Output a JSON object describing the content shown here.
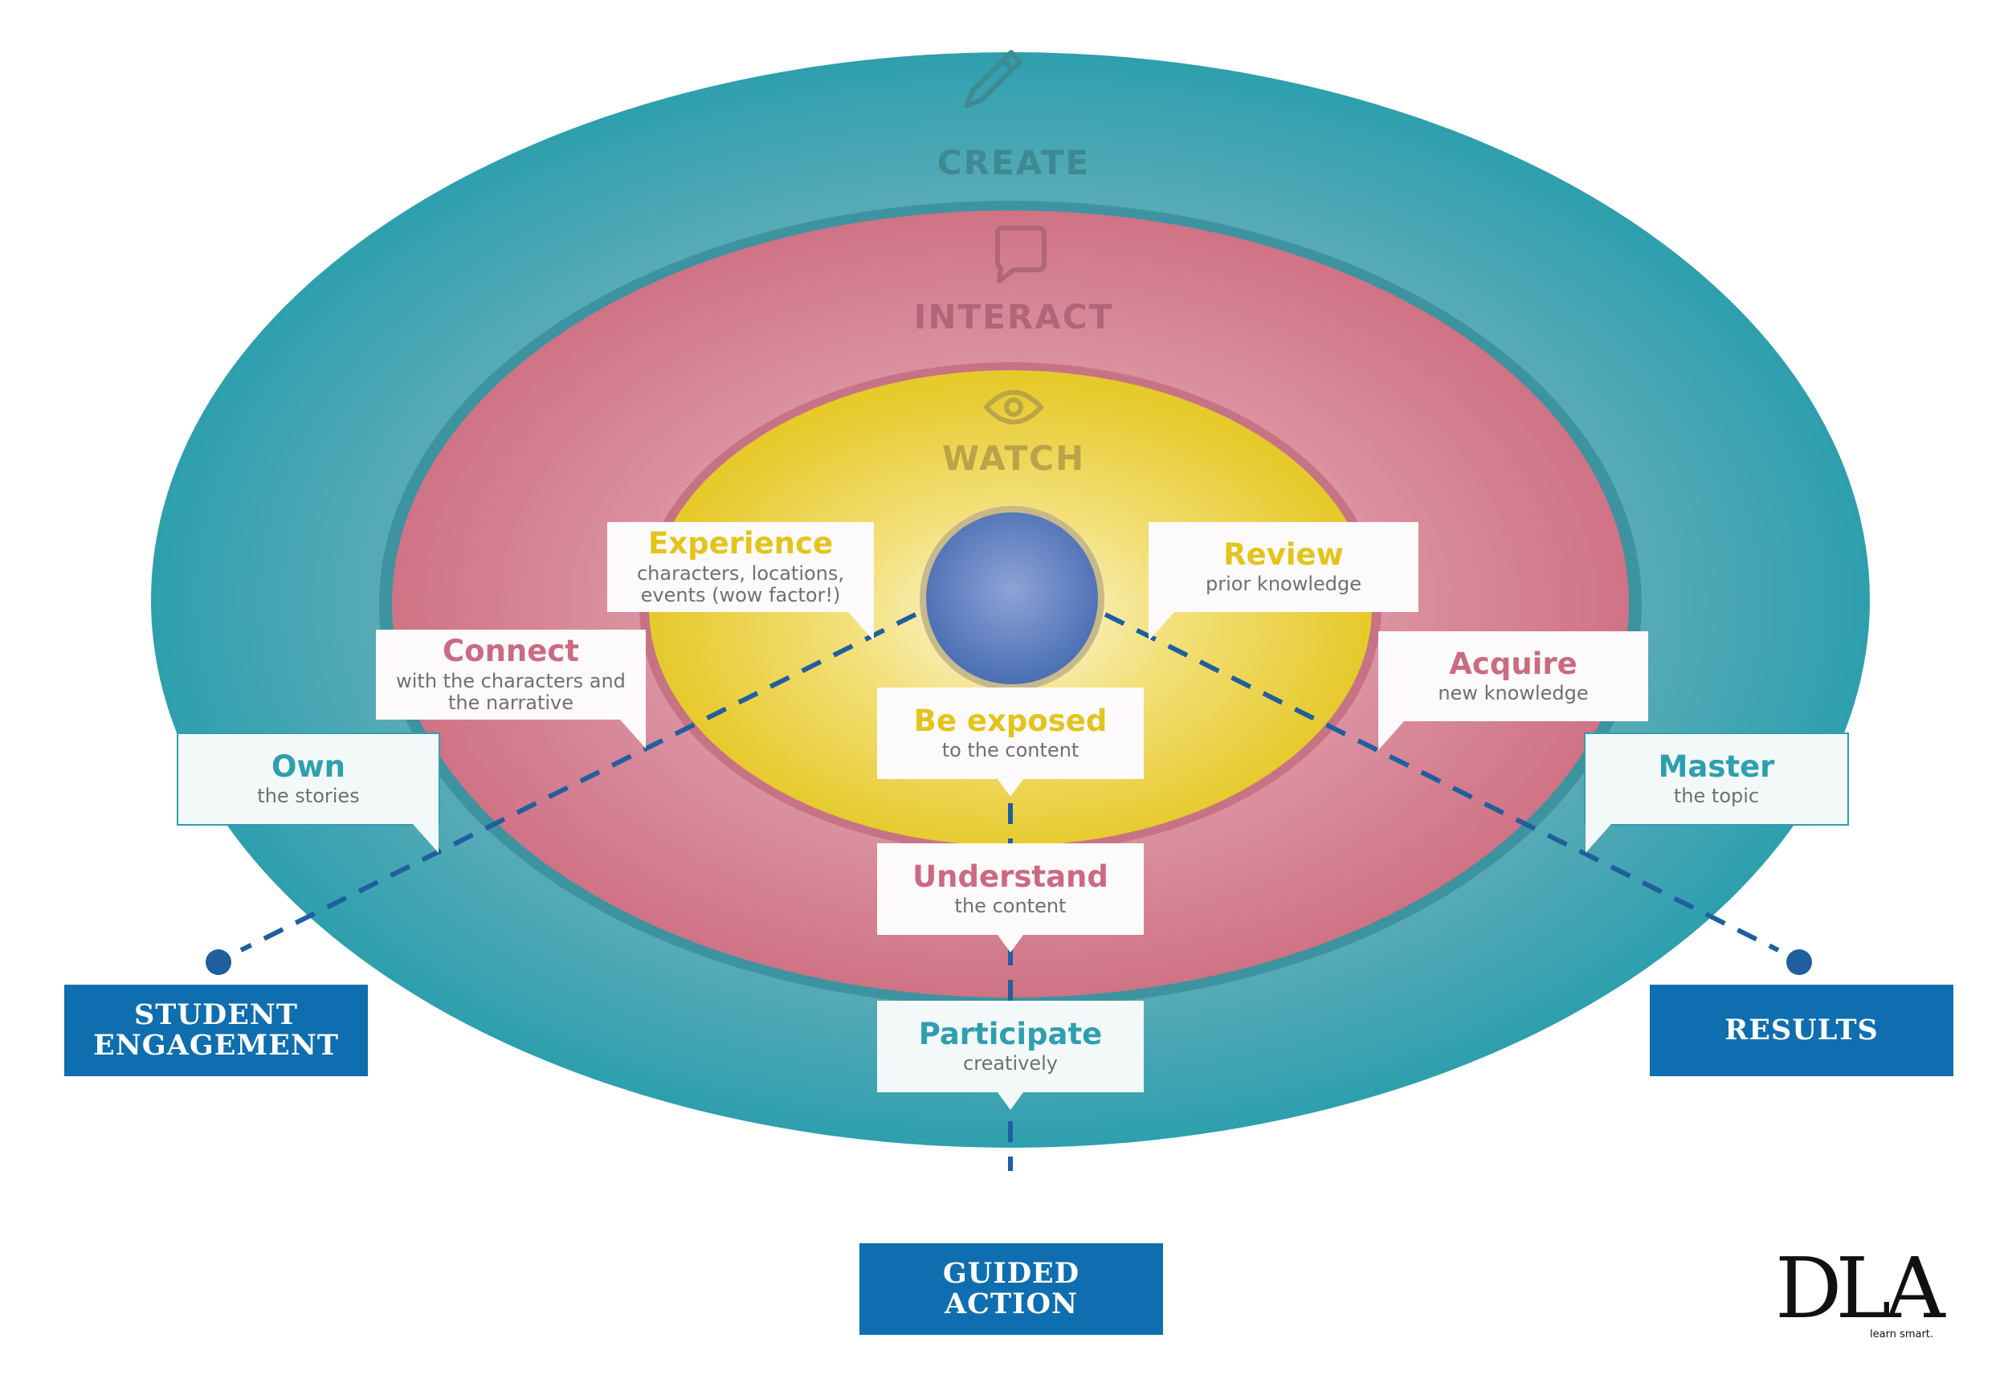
{
  "rings": {
    "create": "CREATE",
    "interact": "INTERACT",
    "watch": "WATCH"
  },
  "callouts": {
    "experience": {
      "title": "Experience",
      "line1": "characters, locations,",
      "line2": "events (wow factor!)"
    },
    "review": {
      "title": "Review",
      "sub": "prior knowledge"
    },
    "connect": {
      "title": "Connect",
      "line1": "with the characters and",
      "line2": "the narrative"
    },
    "acquire": {
      "title": "Acquire",
      "sub": "new knowledge"
    },
    "own": {
      "title": "Own",
      "sub": "the stories"
    },
    "master": {
      "title": "Master",
      "sub": "the topic"
    },
    "be_exposed": {
      "title": "Be exposed",
      "sub": "to the content"
    },
    "understand": {
      "title": "Understand",
      "sub": "the content"
    },
    "participate": {
      "title": "Participate",
      "sub": "creatively"
    }
  },
  "axes": {
    "student_engagement": {
      "line1": "STUDENT",
      "line2": "ENGAGEMENT"
    },
    "results": "RESULTS",
    "guided_action": {
      "line1": "GUIDED",
      "line2": "ACTION"
    }
  },
  "logo": {
    "mark": "DLA",
    "tagline": "learn smart."
  },
  "colors": {
    "outer_ring": "#2e9fae",
    "middle_ring": "#d0788a",
    "inner_ring": "#e8cc2a",
    "center": "#4b74b7",
    "axis_box": "#0f6eaf",
    "dash": "#1f5f9e"
  },
  "icons": {
    "create": "pencil-icon",
    "interact": "speech-bubble-icon",
    "watch": "eye-icon"
  }
}
